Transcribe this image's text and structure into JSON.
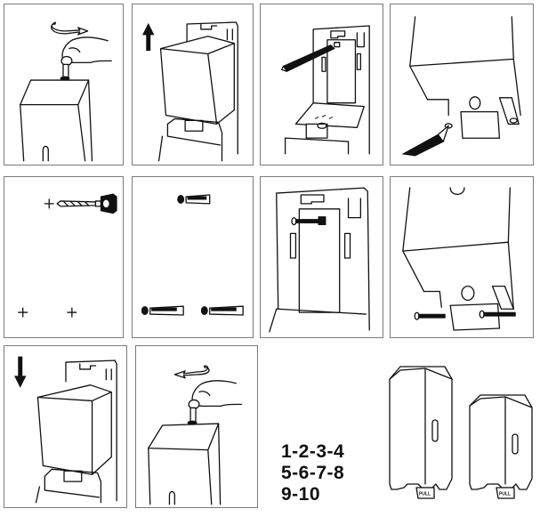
{
  "document": {
    "type": "installation-instructions",
    "steps": [
      {
        "number": 1,
        "action": "unlock-with-key"
      },
      {
        "number": 2,
        "action": "lift-cover-off"
      },
      {
        "number": 3,
        "action": "mark-upper-hole"
      },
      {
        "number": 4,
        "action": "mark-lower-holes"
      },
      {
        "number": 5,
        "action": "drill-holes"
      },
      {
        "number": 6,
        "action": "insert-wall-plugs"
      },
      {
        "number": 7,
        "action": "screw-upper-fixing"
      },
      {
        "number": 8,
        "action": "screw-lower-fixings"
      },
      {
        "number": 9,
        "action": "lower-cover-on"
      },
      {
        "number": 10,
        "action": "lock-with-key"
      }
    ],
    "sequence_lines": [
      "1-2-3-4",
      "5-6-7-8",
      "9-10"
    ],
    "product_label": "PULL"
  }
}
